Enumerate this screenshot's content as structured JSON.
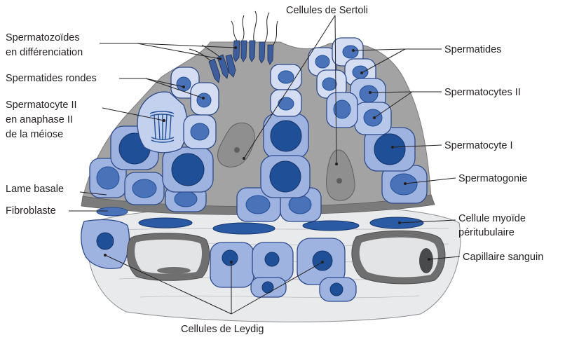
{
  "figure": {
    "labels": {
      "sertoli": "Cellules de Sertoli",
      "spermatozoids_line1": "Spermatozoïdes",
      "spermatozoids_line2": "en différenciation",
      "round_spermatids": "Spermatides rondes",
      "anaphase_line1": "Spermatocyte II",
      "anaphase_line2": "en anaphase II",
      "anaphase_line3": "de la méiose",
      "basal_lamina": "Lame basale",
      "fibroblast": "Fibroblaste",
      "spermatids": "Spermatides",
      "spermatocytes_ii": "Spermatocytes II",
      "spermatocyte_i": "Spermatocyte I",
      "spermatogonia": "Spermatogonie",
      "myoid_line1": "Cellule myoïde",
      "myoid_line2": "péritubulaire",
      "capillary": "Capillaire sanguin",
      "leydig": "Cellules de Leydig"
    },
    "colors": {
      "sertoli_cytoplasm": "#a3a3a4",
      "germ_cell_fill": "#9fb3e0",
      "spermatid_fill": "#d4ddf2",
      "nucleus_dark": "#1f4f96",
      "interstitium": "#e9eaec",
      "capillary_wall": "#6f6f70"
    }
  }
}
